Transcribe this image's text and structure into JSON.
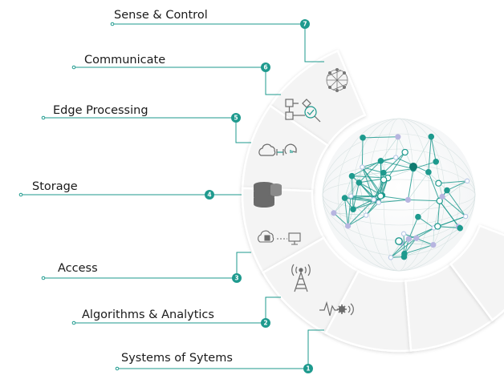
{
  "colors": {
    "teal": "#1e9a8e",
    "teal_dark": "#0f7a70",
    "purple_soft": "#b7b5e0",
    "icon_gray": "#6b6b6b",
    "segment_fill": "#f4f4f4",
    "segment_edge": "#e2e2e2"
  },
  "layers": [
    {
      "number": "7",
      "label": "Systems of Sytems",
      "icon": "network-sphere-icon"
    },
    {
      "number": "6",
      "label": "Algorithms & Analytics",
      "icon": "flowchart-analytics-icon"
    },
    {
      "number": "5",
      "label": "Access",
      "icon": "cloud-sync-icon"
    },
    {
      "number": "4",
      "label": "Storage",
      "icon": "database-icon"
    },
    {
      "number": "3",
      "label": "Edge Processing",
      "icon": "chip-to-monitor-icon"
    },
    {
      "number": "2",
      "label": "Communicate",
      "icon": "antenna-tower-icon"
    },
    {
      "number": "1",
      "label": "Sense & Control",
      "icon": "signal-gear-icon"
    }
  ]
}
